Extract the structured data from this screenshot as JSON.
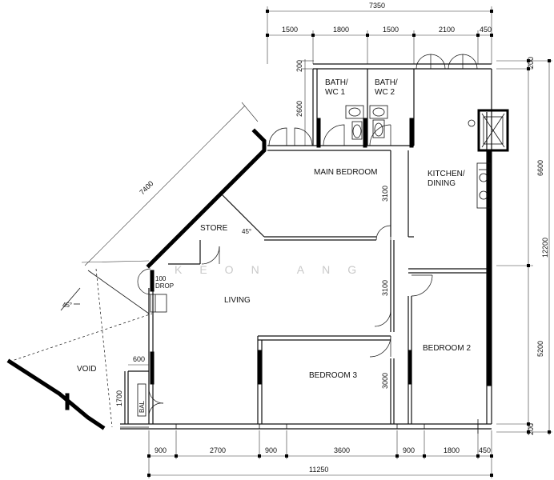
{
  "plan": {
    "watermark": "KEON ANG",
    "rooms": {
      "bath1_line1": "BATH/",
      "bath1_line2": "WC 1",
      "bath2_line1": "BATH/",
      "bath2_line2": "WC 2",
      "main_bedroom": "MAIN BEDROOM",
      "kitchen_line1": "KITCHEN/",
      "kitchen_line2": "DINING",
      "store": "STORE",
      "living": "LIVING",
      "bedroom2": "BEDROOM 2",
      "bedroom3": "BEDROOM 3",
      "void": "VOID",
      "bal": "BAL",
      "drop_line1": "100",
      "drop_line2": "DROP"
    },
    "angles": {
      "store_angle": "45°",
      "void_angle": "45°"
    },
    "dimensions": {
      "top_total": "7350",
      "top_segments": [
        "1500",
        "1800",
        "1500",
        "2100",
        "450"
      ],
      "bottom_segments": [
        "900",
        "2700",
        "900",
        "3600",
        "900",
        "1800",
        "450"
      ],
      "bottom_total": "11250",
      "right_top": "200",
      "right_upper": "6600",
      "right_total": "12200",
      "right_lower": "5200",
      "right_bottom": "200",
      "left_bath_top": "200",
      "left_bath": "2600",
      "diagonal": "7400",
      "interior_3100_a": "3100",
      "interior_3100_b": "3100",
      "interior_3000": "3000",
      "bal_width": "600",
      "bal_height": "1700"
    }
  }
}
